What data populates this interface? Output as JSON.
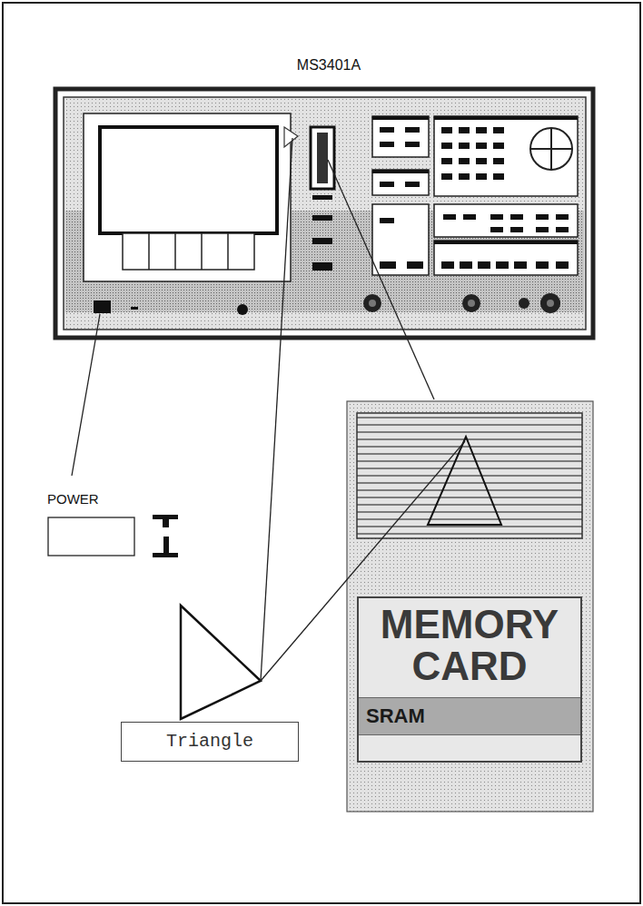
{
  "diagram": {
    "nodes": [
      {
        "text": [
          "MEMORY CARD"
        ]
      },
      {
        "text": [
          "SRAM"
        ],
        "in": 0
      },
      {
        "text": [
          "Triangle"
        ]
      }
    ],
    "labels": [
      "MS3401A",
      "POWER"
    ]
  }
}
